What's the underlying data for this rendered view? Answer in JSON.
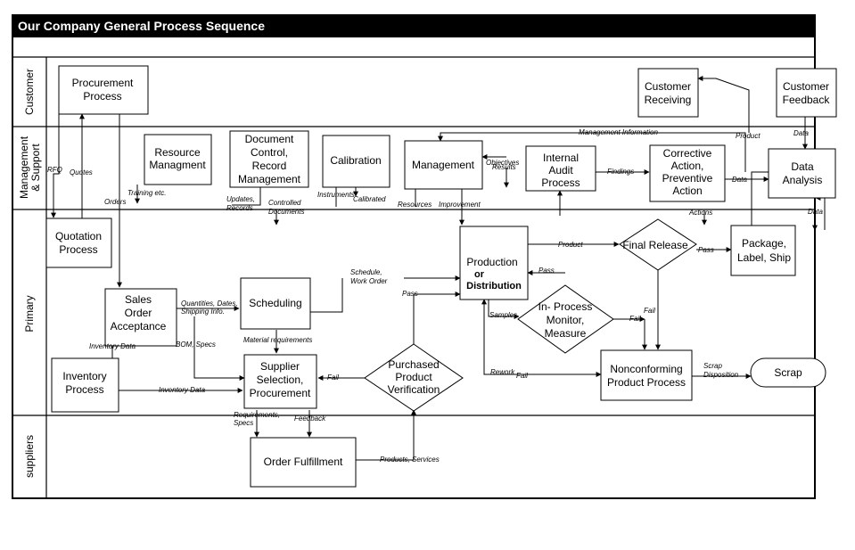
{
  "title": "Our Company General Process Sequence",
  "lanes": {
    "customer": "Customer",
    "management_1": "Management",
    "management_2": "& Support",
    "primary": "Primary",
    "suppliers": "suppliers"
  },
  "nodes": {
    "procurement_process": [
      "Procurement",
      "Process"
    ],
    "customer_receiving": [
      "Customer",
      "Receiving"
    ],
    "customer_feedback": [
      "Customer",
      "Feedback"
    ],
    "resource_management": [
      "Resource",
      "Managment"
    ],
    "document_control": [
      "Document",
      "Control,",
      "Record",
      "Management"
    ],
    "calibration": [
      "Calibration"
    ],
    "management": [
      "Management"
    ],
    "internal_audit": [
      "Internal",
      "Audit",
      "Process"
    ],
    "corrective_action": [
      "Corrective",
      "Action,",
      "Preventive",
      "Action"
    ],
    "data_analysis": [
      "Data",
      "Analysis"
    ],
    "quotation_process": [
      "Quotation",
      "Process"
    ],
    "production": [
      "Production",
      "or",
      "Distribution"
    ],
    "final_release": [
      "Final Release"
    ],
    "package": [
      "Package,",
      "Label, Ship"
    ],
    "sales_order": [
      "Sales",
      "Order",
      "Acceptance"
    ],
    "scheduling": [
      "Scheduling"
    ],
    "in_process": [
      "In- Process",
      "Monitor,",
      "Measure"
    ],
    "inventory_process": [
      "Inventory",
      "Process"
    ],
    "supplier_selection": [
      "Supplier",
      "Selection,",
      "Procurement"
    ],
    "purchased_verification": [
      "Purchased",
      "Product",
      "Verification"
    ],
    "nonconforming": [
      "Nonconforming",
      "Product Process"
    ],
    "scrap": [
      "Scrap"
    ],
    "order_fulfillment": [
      "Order Fulfillment"
    ]
  },
  "labels": {
    "rfq": "RFQ",
    "quotes": "Quotes",
    "orders": "Orders",
    "training": "Training etc.",
    "updates": "Updates,",
    "records": "Records",
    "controlled1": "Controlled",
    "controlled2": "Documents",
    "instruments": "Instruments",
    "calibrated": "Calibrated",
    "resources": "Resources",
    "improvement": "Improvement",
    "objectives": "Objectives",
    "results": "Results",
    "findings": "Findings",
    "data_ca": "Data",
    "actions": "Actions",
    "mgmt_info": "Management Information",
    "product_top": "Product",
    "data_fb": "Data",
    "data_right": "Data",
    "product_fr": "Product",
    "pass_pkg": "Pass",
    "pass_ip": "Pass",
    "samples": "Samples",
    "fail_ip": "Fail",
    "fail_fr": "Fail",
    "schedule1": "Schedule,",
    "schedule2": "Work Order",
    "pass_pv": "Pass",
    "quantities1": "Quantities, Dates,",
    "quantities2": "Shipping Info.",
    "inventory_data": "Inventory Data",
    "bom": "BOM, Specs",
    "material_req": "Material requirements",
    "inventory_data2": "Inventory Data",
    "fail_pv": "Fail",
    "rework": "Rework",
    "fail_nc": "Fail",
    "scrap1": "Scrap",
    "scrap2": "Disposition",
    "requirements1": "Requirements,",
    "requirements2": "Specs",
    "feedback": "Feedback",
    "products_services": "Products, Services"
  }
}
